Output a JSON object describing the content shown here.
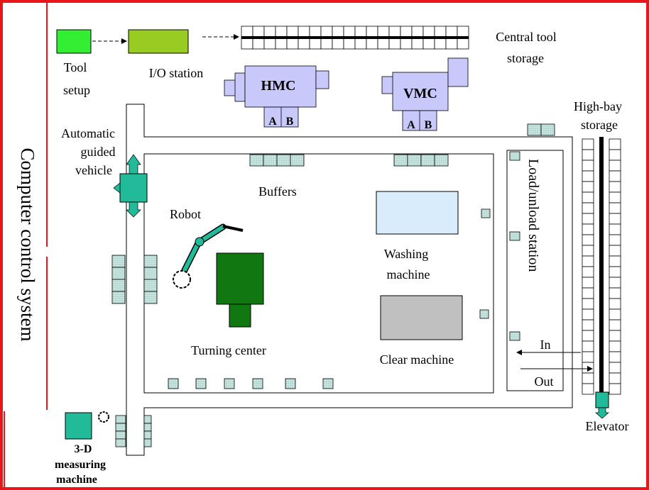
{
  "title": "Computer control system",
  "colors": {
    "border": "#e8151b",
    "tool_setup": "#33ee33",
    "io_station": "#99cc22",
    "machine_lavender": "#c9c8fb",
    "agv_teal": "#22bb99",
    "turning_center": "#117711",
    "washing_machine": "#d8ecfb",
    "clear_machine": "#c0c0c0",
    "buffer": "#c9e7e0"
  },
  "labels": {
    "tool_setup_line1": "Tool",
    "tool_setup_line2": "setup",
    "io_station": "I/O station",
    "central_tool_line1": "Central tool",
    "central_tool_line2": "storage",
    "hmc": "HMC",
    "vmc": "VMC",
    "pallet_a": "A",
    "pallet_b": "B",
    "high_bay_line1": "High-bay",
    "high_bay_line2": "storage",
    "agv_line1": "Automatic",
    "agv_line2": "guided",
    "agv_line3": "vehicle",
    "buffers": "Buffers",
    "robot": "Robot",
    "washing_line1": "Washing",
    "washing_line2": "machine",
    "load_unload": "Load/unload station",
    "turning_center": "Turning center",
    "clear_machine": "Clear machine",
    "in": "In",
    "out": "Out",
    "elevator": "Elevator",
    "measuring_line1": "3-D",
    "measuring_line2": "measuring",
    "measuring_line3": "machine"
  }
}
